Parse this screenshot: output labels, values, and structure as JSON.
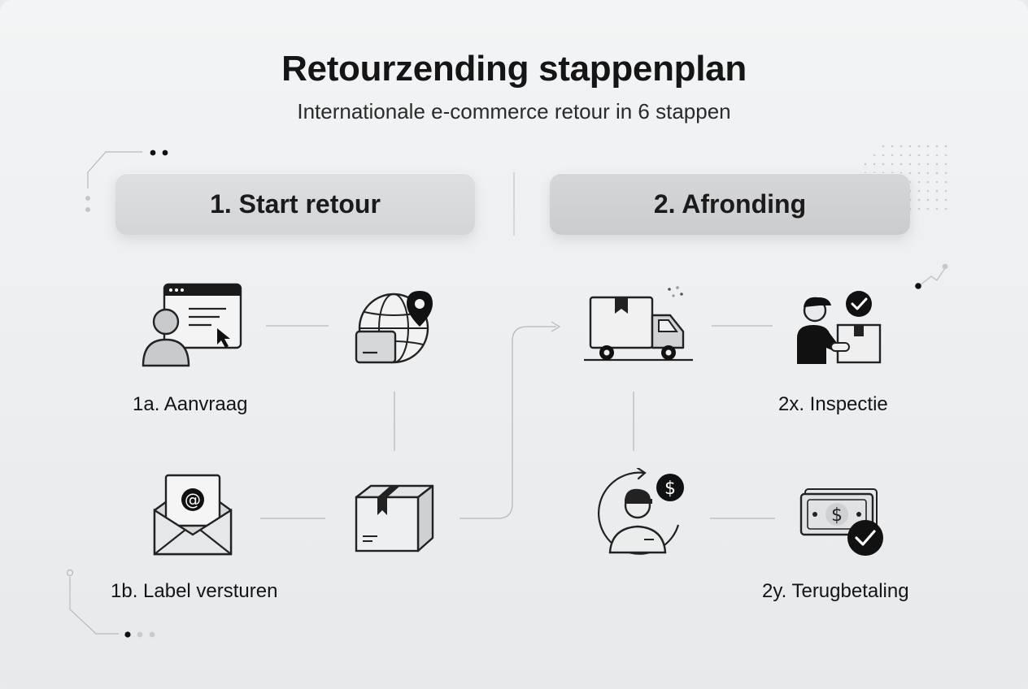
{
  "title": "Retourzending stappenplan",
  "subtitle": "Internationale e-commerce retour in 6 stappen",
  "phases": [
    {
      "label": "1. Start retour"
    },
    {
      "label": "2. Afronding"
    }
  ],
  "steps": {
    "aanvraag": {
      "label": "1a. Aanvraag",
      "icon": "web-request-icon"
    },
    "international": {
      "icon": "globe-location-icon"
    },
    "label": {
      "label": "1b. Label versturen",
      "icon": "email-envelope-icon"
    },
    "package": {
      "icon": "package-box-icon"
    },
    "transport": {
      "icon": "delivery-truck-icon"
    },
    "inspectie": {
      "label": "2x. Inspectie",
      "icon": "courier-inspection-icon"
    },
    "refund_process": {
      "icon": "refund-agent-icon"
    },
    "terugbetaling": {
      "label": "2y. Terugbetaling",
      "icon": "money-check-icon"
    }
  },
  "colors": {
    "text": "#151515",
    "phase_1": "#d9dadc",
    "phase_2": "#cfd0d2",
    "connector": "#b9babd",
    "icon_dark": "#141414"
  }
}
